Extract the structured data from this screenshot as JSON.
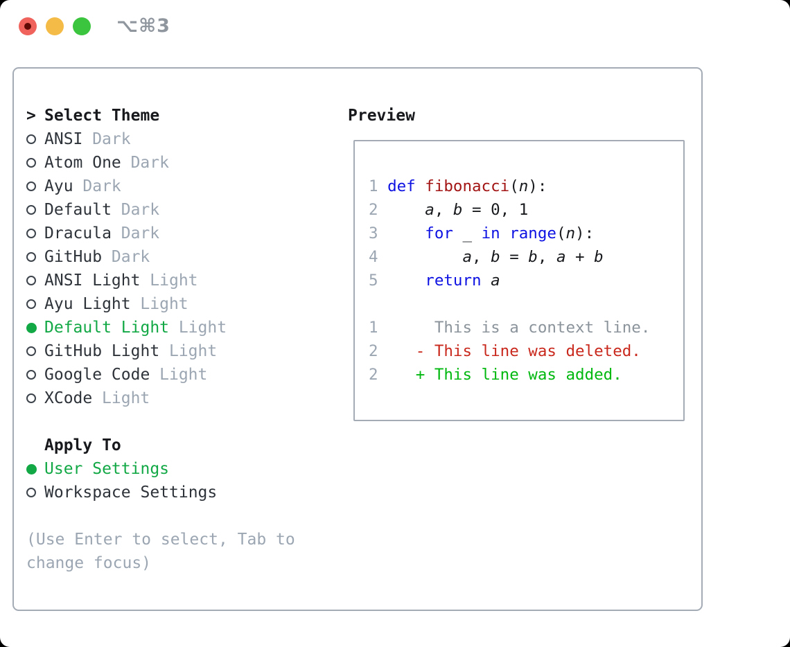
{
  "window": {
    "title_shortcut": "⌥⌘3",
    "traffic_lights": [
      "close",
      "minimize",
      "zoom"
    ]
  },
  "colors": {
    "selected_green": "#12a845",
    "added_green": "#00b80f",
    "deleted_red": "#c9281c",
    "keyword_blue": "#0d12e2",
    "function_red": "#a31515",
    "muted_gray": "#9ba6b2",
    "text_dark": "#2e333a",
    "border_gray": "#a4abb5",
    "traffic_red": "#f0635c",
    "traffic_yellow": "#f4bb47",
    "traffic_green": "#3bc43d"
  },
  "theme_panel": {
    "header": {
      "prefix": ">",
      "label": "Select Theme"
    },
    "items": [
      {
        "name": "ANSI",
        "variant": "Dark",
        "selected": false
      },
      {
        "name": "Atom One",
        "variant": "Dark",
        "selected": false
      },
      {
        "name": "Ayu",
        "variant": "Dark",
        "selected": false
      },
      {
        "name": "Default",
        "variant": "Dark",
        "selected": false
      },
      {
        "name": "Dracula",
        "variant": "Dark",
        "selected": false
      },
      {
        "name": "GitHub",
        "variant": "Dark",
        "selected": false
      },
      {
        "name": "ANSI Light",
        "variant": "Light",
        "selected": false
      },
      {
        "name": "Ayu Light",
        "variant": "Light",
        "selected": false
      },
      {
        "name": "Default Light",
        "variant": "Light",
        "selected": true
      },
      {
        "name": "GitHub Light",
        "variant": "Light",
        "selected": false
      },
      {
        "name": "Google Code",
        "variant": "Light",
        "selected": false
      },
      {
        "name": "XCode",
        "variant": "Light",
        "selected": false
      }
    ],
    "apply_to": {
      "label": "Apply To",
      "options": [
        {
          "name": "User Settings",
          "selected": true
        },
        {
          "name": "Workspace Settings",
          "selected": false
        }
      ]
    },
    "hint": "(Use Enter to select, Tab to change focus)"
  },
  "preview": {
    "label": "Preview",
    "lines": [
      [
        [
          "num",
          "1 "
        ],
        [
          "kw",
          "def"
        ],
        [
          "pl",
          " "
        ],
        [
          "fn",
          "fibonacci"
        ],
        [
          "pl",
          "("
        ],
        [
          "it",
          "n"
        ],
        [
          "pl",
          "):"
        ]
      ],
      [
        [
          "num",
          "2 "
        ],
        [
          "pl",
          "    "
        ],
        [
          "it",
          "a"
        ],
        [
          "pl",
          ", "
        ],
        [
          "it",
          "b"
        ],
        [
          "pl",
          " = 0, 1"
        ]
      ],
      [
        [
          "num",
          "3 "
        ],
        [
          "pl",
          "    "
        ],
        [
          "kw",
          "for"
        ],
        [
          "pl",
          " _ "
        ],
        [
          "kw",
          "in"
        ],
        [
          "pl",
          " "
        ],
        [
          "kw",
          "range"
        ],
        [
          "pl",
          "("
        ],
        [
          "it",
          "n"
        ],
        [
          "pl",
          "):"
        ]
      ],
      [
        [
          "num",
          "4 "
        ],
        [
          "pl",
          "        "
        ],
        [
          "it",
          "a"
        ],
        [
          "pl",
          ", "
        ],
        [
          "it",
          "b"
        ],
        [
          "pl",
          " = "
        ],
        [
          "it",
          "b"
        ],
        [
          "pl",
          ", "
        ],
        [
          "it",
          "a"
        ],
        [
          "pl",
          " + "
        ],
        [
          "it",
          "b"
        ]
      ],
      [
        [
          "num",
          "5 "
        ],
        [
          "pl",
          "    "
        ],
        [
          "kw",
          "return"
        ],
        [
          "pl",
          " "
        ],
        [
          "it",
          "a"
        ]
      ],
      [],
      [
        [
          "num",
          "1 "
        ],
        [
          "ctx",
          "     This is a context line."
        ]
      ],
      [
        [
          "num",
          "2 "
        ],
        [
          "del",
          "   - This line was deleted."
        ]
      ],
      [
        [
          "num",
          "2 "
        ],
        [
          "add",
          "   + This line was added."
        ]
      ]
    ]
  }
}
